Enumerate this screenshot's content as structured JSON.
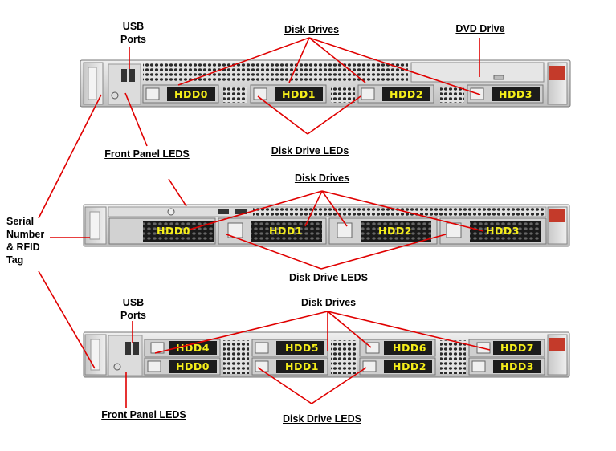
{
  "labels": {
    "usb_ports_top": [
      "USB",
      "Ports"
    ],
    "disk_drives_top": "Disk Drives",
    "dvd_drive": "DVD Drive",
    "front_panel_leds_top": "Front Panel LEDS",
    "disk_drive_leds_top": "Disk Drive LEDs",
    "disk_drives_mid": "Disk Drives",
    "disk_drive_leds_mid": "Disk Drive LEDS",
    "serial_rfid": [
      "Serial",
      "Number",
      "& RFID",
      "Tag"
    ],
    "usb_ports_bottom": [
      "USB",
      "Ports"
    ],
    "disk_drives_bottom": "Disk Drives",
    "front_panel_leds_bottom": "Front Panel LEDS",
    "disk_drive_leds_bottom": "Disk Drive LEDS"
  },
  "servers": {
    "top": {
      "bays": [
        "HDD0",
        "HDD1",
        "HDD2",
        "HDD3"
      ]
    },
    "middle": {
      "bays": [
        "HDD0",
        "HDD1",
        "HDD2",
        "HDD3"
      ]
    },
    "bottom": {
      "upper_bays": [
        "HDD4",
        "HDD5",
        "HDD6",
        "HDD7"
      ],
      "lower_bays": [
        "HDD0",
        "HDD1",
        "HDD2",
        "HDD3"
      ]
    }
  },
  "colors": {
    "callout_line": "#e00000",
    "hdd_label": "#f5ee1a",
    "chassis": "#d8d8d8",
    "drive_bay": "#1c1c1c"
  }
}
